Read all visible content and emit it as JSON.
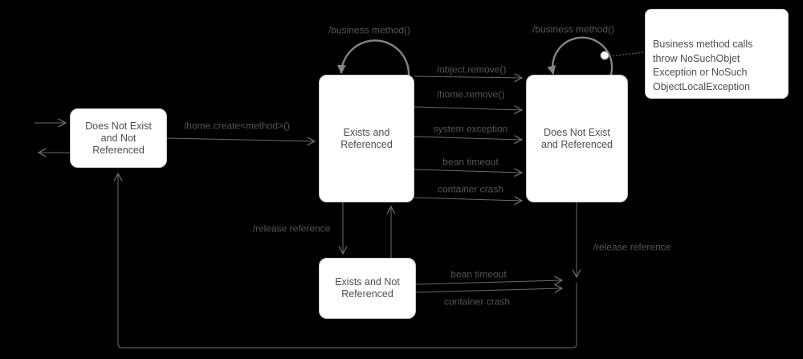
{
  "diagram": {
    "title": "EJB object lifecycle state diagram",
    "states": {
      "not_exist_not_ref": {
        "lines": [
          "Does Not Exist",
          "and Not",
          "Referenced"
        ]
      },
      "exists_ref": {
        "lines": [
          "Exists and",
          "Referenced"
        ]
      },
      "not_exist_ref": {
        "lines": [
          "Does Not Exist",
          "and Referenced"
        ]
      },
      "exists_not_ref": {
        "lines": [
          "Exists and Not",
          "Referenced"
        ]
      }
    },
    "note": {
      "lines": [
        "Business method calls",
        "throw NoSuchObjet",
        "Exception or NoSuch",
        "ObjectLocalException"
      ]
    },
    "edge_labels": {
      "business_method_mid": "/business method()",
      "business_method_right": "/business method()",
      "home_create": "/home.create<method>()",
      "object_remove": "/object.remove()",
      "home_remove": "/home.remove()",
      "system_exception": "system exception",
      "bean_timeout_mid": "bean timeout",
      "container_crash_mid": "container crash",
      "release_reference_left": "/release reference",
      "release_reference_right": "/release reference",
      "bean_timeout_bottom": "bean timeout",
      "container_crash_bottom": "container crash"
    },
    "colors": {
      "background": "#000000",
      "state_fill": "#ffffff",
      "state_border": "#c9c9c9",
      "state_text": "#4d4d4d",
      "edge": "#6b6b6b",
      "edge_label": "#565656",
      "loop": "#848484"
    }
  }
}
